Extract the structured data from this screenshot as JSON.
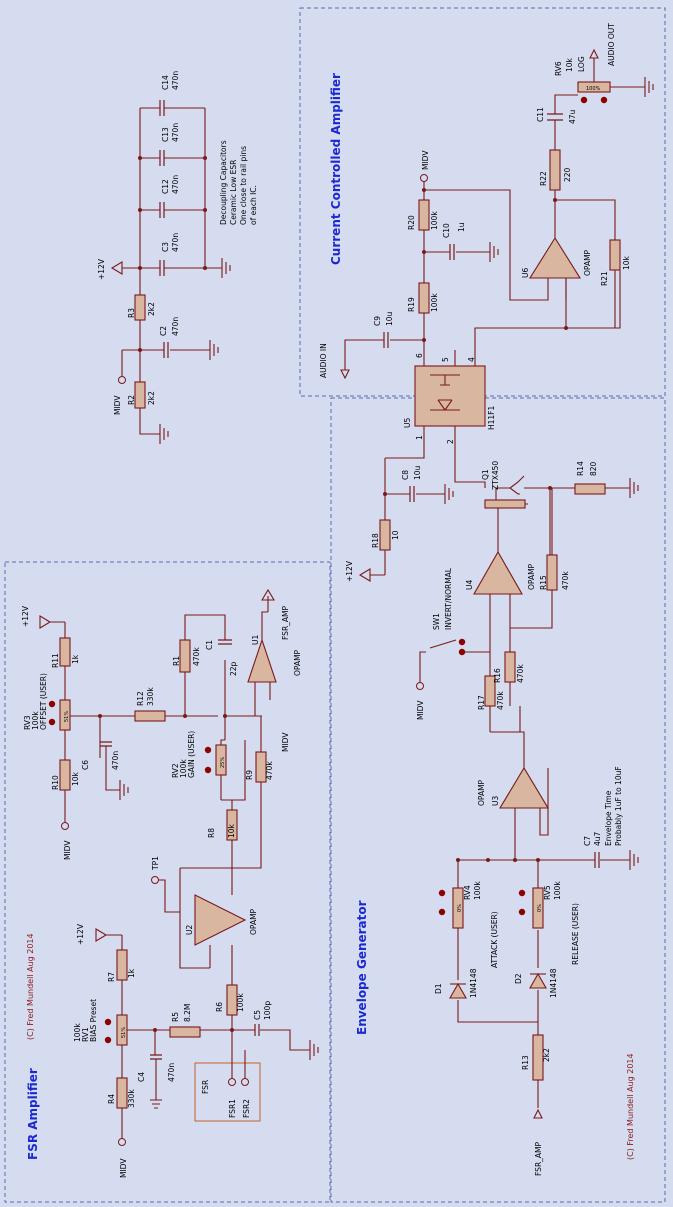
{
  "sections": {
    "fsr_title": "FSR Amplifier",
    "env_title": "Envelope Generator",
    "cca_title": "Current Controlled Amplifier"
  },
  "copyright": {
    "left": "(C) Fred Mundell Aug 2014",
    "right": "(C) Fred Mundell Aug 2014"
  },
  "notes": {
    "decoupling": [
      "Decoupling Capacitors",
      "Ceramic Low ESR",
      "One close to rail pins",
      "of each IC."
    ],
    "envelope_time": [
      "Envelope Time",
      "Probably 1uF to 10uF"
    ]
  },
  "rails": {
    "plus12": "+12V",
    "midv": "MIDV"
  },
  "ports": {
    "fsr_amp": "FSR_AMP",
    "audio_in": "AUDIO IN",
    "audio_out": "AUDIO OUT",
    "tp1": "TP1",
    "fsr_box": "FSR",
    "fsr1": "FSR1",
    "fsr2": "FSR2"
  },
  "components": {
    "R1": {
      "ref": "R1",
      "val": "470k"
    },
    "R2": {
      "ref": "R2",
      "val": "2k2"
    },
    "R3": {
      "ref": "R3",
      "val": "2k2"
    },
    "R4": {
      "ref": "R4",
      "val": "330k"
    },
    "R5": {
      "ref": "R5",
      "val": "8.2M"
    },
    "R6": {
      "ref": "R6",
      "val": "100k"
    },
    "R7": {
      "ref": "R7",
      "val": "1k"
    },
    "R8": {
      "ref": "R8",
      "val": "10k"
    },
    "R9": {
      "ref": "R9",
      "val": "470k"
    },
    "R10": {
      "ref": "R10",
      "val": "10k"
    },
    "R11": {
      "ref": "R11",
      "val": "1k"
    },
    "R12": {
      "ref": "R12",
      "val": "330k"
    },
    "R13": {
      "ref": "R13",
      "val": "2k2"
    },
    "R14": {
      "ref": "R14",
      "val": "820"
    },
    "R15": {
      "ref": "R15",
      "val": "470k"
    },
    "R16": {
      "ref": "R16",
      "val": "470k"
    },
    "R17": {
      "ref": "R17",
      "val": "470k"
    },
    "R18": {
      "ref": "R18",
      "val": "10"
    },
    "R19": {
      "ref": "R19",
      "val": "100k"
    },
    "R20": {
      "ref": "R20",
      "val": "100k"
    },
    "R21": {
      "ref": "R21",
      "val": "10k"
    },
    "R22": {
      "ref": "R22",
      "val": "220"
    },
    "C1": {
      "ref": "C1",
      "val": "22p"
    },
    "C2": {
      "ref": "C2",
      "val": "470n"
    },
    "C3": {
      "ref": "C3",
      "val": "470n"
    },
    "C4": {
      "ref": "C4",
      "val": "470n"
    },
    "C5": {
      "ref": "C5",
      "val": "100p"
    },
    "C6": {
      "ref": "C6",
      "val": "470n"
    },
    "C7": {
      "ref": "C7",
      "val": "4u7"
    },
    "C8": {
      "ref": "C8",
      "val": "10u"
    },
    "C9": {
      "ref": "C9",
      "val": "10u"
    },
    "C10": {
      "ref": "C10",
      "val": "1u"
    },
    "C11": {
      "ref": "C11",
      "val": "47u"
    },
    "C12": {
      "ref": "C12",
      "val": "470n"
    },
    "C13": {
      "ref": "C13",
      "val": "470n"
    },
    "C14": {
      "ref": "C14",
      "val": "470n"
    },
    "RV1": {
      "ref": "RV1",
      "val": "100k",
      "name": "BIAS Preset",
      "pct": "51%"
    },
    "RV2": {
      "ref": "RV2",
      "val": "100k",
      "name": "GAIN (USER)",
      "pct": "25%"
    },
    "RV3": {
      "ref": "RV3",
      "val": "100k",
      "name": "OFFSET (USER)",
      "pct": "51%"
    },
    "RV4": {
      "ref": "RV4",
      "val": "100k",
      "name": "ATTACK (USER)",
      "pct": "0%"
    },
    "RV5": {
      "ref": "RV5",
      "val": "100k",
      "name": "RELEASE (USER)",
      "pct": "0%"
    },
    "RV6": {
      "ref": "RV6",
      "val": "10k",
      "name": "LOG",
      "pct": "100%"
    },
    "U1": {
      "ref": "U1",
      "val": "OPAMP"
    },
    "U2": {
      "ref": "U2",
      "val": "OPAMP"
    },
    "U3": {
      "ref": "U3",
      "val": "OPAMP"
    },
    "U4": {
      "ref": "U4",
      "val": "OPAMP"
    },
    "U5": {
      "ref": "U5",
      "val": "H11F1"
    },
    "U6": {
      "ref": "U6",
      "val": "OPAMP"
    },
    "D1": {
      "ref": "D1",
      "val": "1N4148"
    },
    "D2": {
      "ref": "D2",
      "val": "1N4148"
    },
    "Q1": {
      "ref": "Q1",
      "val": "ZTX450"
    },
    "SW1": {
      "ref": "SW1",
      "val": "INVERT/NORMAL"
    }
  },
  "pins": {
    "p1": "1",
    "p2": "2",
    "p4": "4",
    "p5": "5",
    "p6": "6"
  },
  "colors": {
    "background": "#d6dcf0",
    "wire": "#7a1a1a",
    "title": "#1a2ad0",
    "border": "#5a6ab0"
  }
}
